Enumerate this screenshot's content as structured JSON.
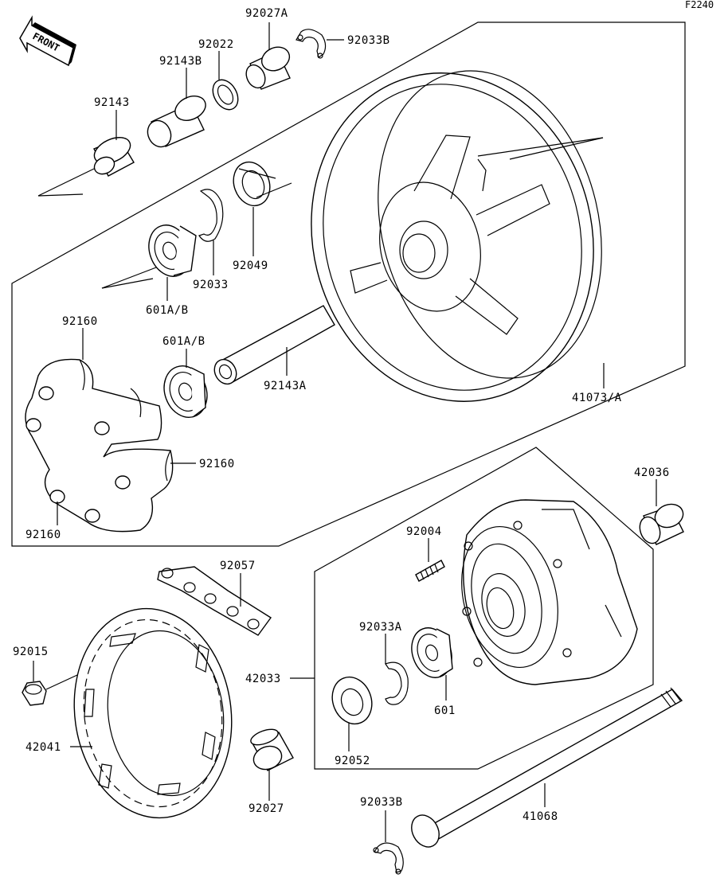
{
  "diagram_code": "F2240",
  "front_marker": "FRONT",
  "callouts": {
    "p92027A": "92027A",
    "p92033B_top": "92033B",
    "p92022": "92022",
    "p92143B": "92143B",
    "p92143": "92143",
    "p92049": "92049",
    "p92033": "92033",
    "p601AB_top": "601A/B",
    "p92160_top": "92160",
    "p601AB_mid": "601A/B",
    "p92143A": "92143A",
    "p41073A": "41073/A",
    "p92160_mid": "92160",
    "p92160_bot": "92160",
    "p42036": "42036",
    "p92004": "92004",
    "p92057": "92057",
    "p92033A": "92033A",
    "p92015": "92015",
    "p42033": "42033",
    "p601": "601",
    "p42041": "42041",
    "p92052": "92052",
    "p92027": "92027",
    "p92033B_bot": "92033B",
    "p41068": "41068"
  }
}
